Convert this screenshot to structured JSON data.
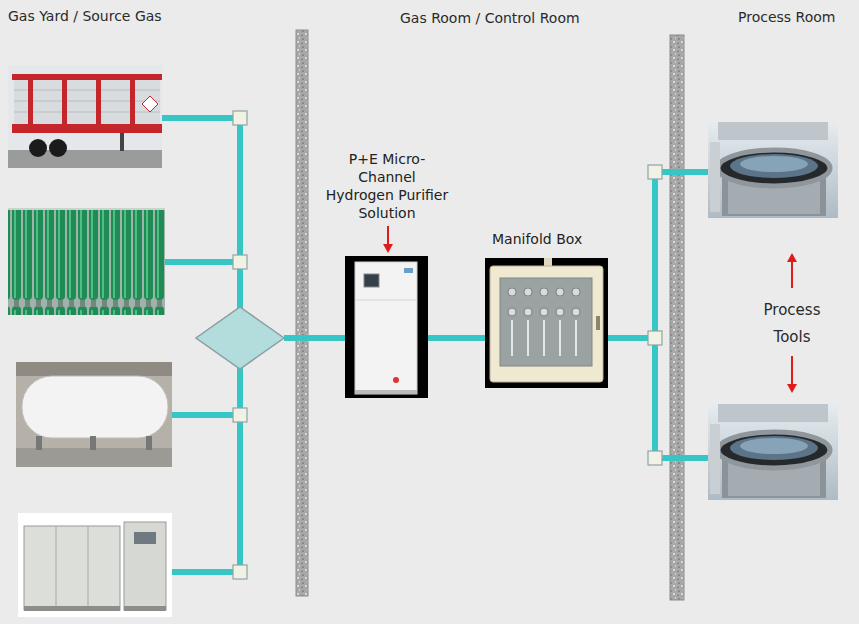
{
  "diagram": {
    "nodes": [
      {
        "text": [
          "P+E Micro-Channel Hydrogen Purifier Solution"
        ]
      },
      {
        "text": [
          "Manifold Box"
        ]
      }
    ],
    "edges": [
      {
        "from": 0,
        "to": 1,
        "arrow": "none"
      }
    ],
    "labels": [
      "Gas Yard / Source Gas",
      "Gas Room / Control Room",
      "Process Room",
      "Process Tools"
    ]
  }
}
